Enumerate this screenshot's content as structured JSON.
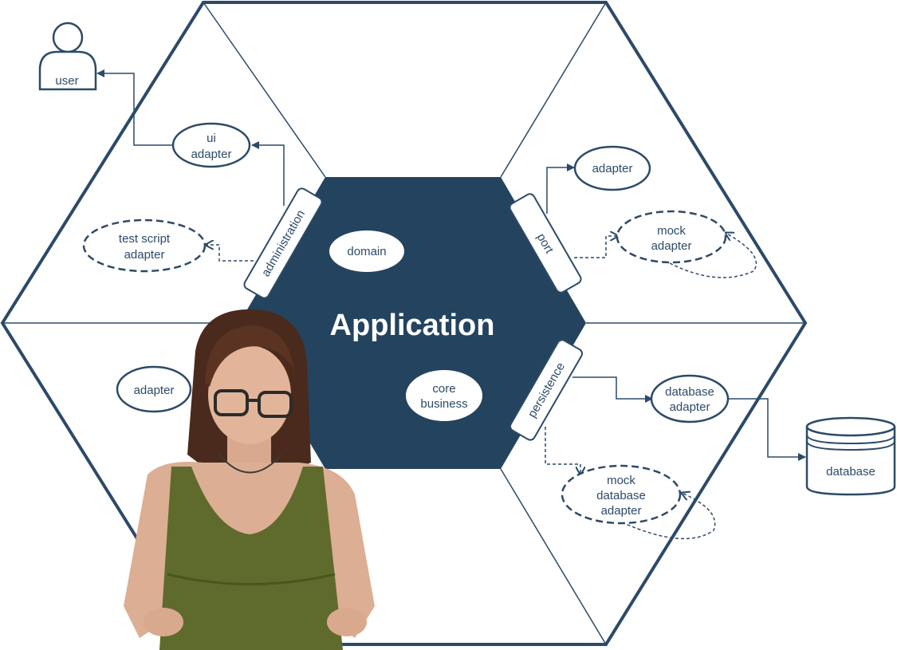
{
  "colors": {
    "stroke": "#2c4a68",
    "core_fill": "#24435f",
    "text": "#2c4a68",
    "background": "#ffffff"
  },
  "diagram": {
    "title": "Application",
    "user_label": "user",
    "database_label": "database",
    "bubbles": {
      "ui_adapter": [
        "ui",
        "adapter"
      ],
      "test_script_adapter": [
        "test script",
        "adapter"
      ],
      "adapter_top_right": [
        "adapter"
      ],
      "mock_adapter": [
        "mock",
        "adapter"
      ],
      "domain": [
        "domain"
      ],
      "core_business": [
        "core",
        "business"
      ],
      "adapter_bottom_left": [
        "adapter"
      ],
      "database_adapter": [
        "database",
        "adapter"
      ],
      "mock_database_adapter": [
        "mock",
        "database",
        "adapter"
      ]
    },
    "ports": {
      "administration": "administration",
      "port": "port",
      "persistence": "persistence"
    }
  },
  "overlay": {
    "subject": "person-photo"
  }
}
